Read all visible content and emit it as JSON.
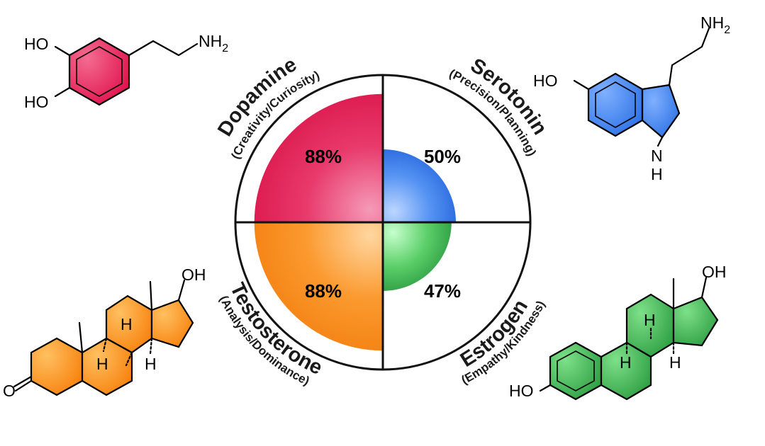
{
  "quadrants": [
    {
      "id": "dopamine",
      "name": "Dopamine",
      "traits": "(Creativity/Curiosity)",
      "percent_label": "88%",
      "value": 0.88,
      "color": "#e0134d"
    },
    {
      "id": "serotonin",
      "name": "Serotonin",
      "traits": "(Precision/Planning)",
      "percent_label": "50%",
      "value": 0.5,
      "color": "#2f73e6"
    },
    {
      "id": "testosterone",
      "name": "Testosterone",
      "traits": "(Analysis/Dominance)",
      "percent_label": "88%",
      "value": 0.88,
      "color": "#f7820e"
    },
    {
      "id": "estrogen",
      "name": "Estrogen",
      "traits": "(Empathy/Kindness)",
      "percent_label": "47%",
      "value": 0.47,
      "color": "#2fa043"
    }
  ],
  "molecules": {
    "dopamine": {
      "ho_top": "HO",
      "ho_bottom": "HO",
      "nh2": "NH",
      "nh2_sub": "2"
    },
    "serotonin": {
      "ho": "HO",
      "nh2": "NH",
      "nh2_sub": "2",
      "n": "N",
      "h": "H"
    },
    "testosterone": {
      "oh": "OH",
      "o": "O",
      "h1": "H",
      "h2": "H",
      "h3": "H"
    },
    "estrogen": {
      "oh": "OH",
      "ho": "HO",
      "h1": "H",
      "h2": "H",
      "h3": "H"
    }
  }
}
